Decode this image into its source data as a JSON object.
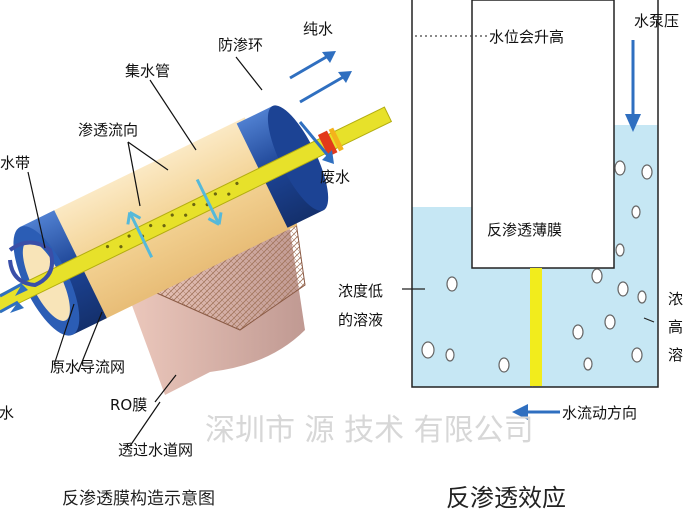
{
  "left_diagram": {
    "labels": {
      "anti_seepage_ring": "防渗环",
      "pure_water": "纯水",
      "collector_pipe": "集水管",
      "permeate_flow_direction": "渗透流向",
      "waste_water": "废水",
      "band": "水带",
      "feed_spacer": "原水导流网",
      "ro_membrane": "RO膜",
      "permeate_channel": "透过水道网",
      "raw_water": "原水"
    },
    "caption": "反渗透膜构造示意图"
  },
  "right_diagram": {
    "labels": {
      "water_level_rises": "水位会升高",
      "pump_pressure": "水泵压",
      "ro_membrane": "反渗透薄膜",
      "low_concentration": [
        "浓度低",
        "的溶液"
      ],
      "high_concentration": [
        "浓",
        "高",
        "溶"
      ],
      "flow_direction": "水流动方向"
    },
    "caption": "反渗透效应"
  },
  "watermark": "深圳市  源  技术   有限公司",
  "colors": {
    "water": "#c6e7f4",
    "arrow_blue": "#2f6fc0",
    "membrane_yellow": "#f2ec1c",
    "tube_blue": "#2a5aa8",
    "tube_cream": "#f6dda6"
  }
}
